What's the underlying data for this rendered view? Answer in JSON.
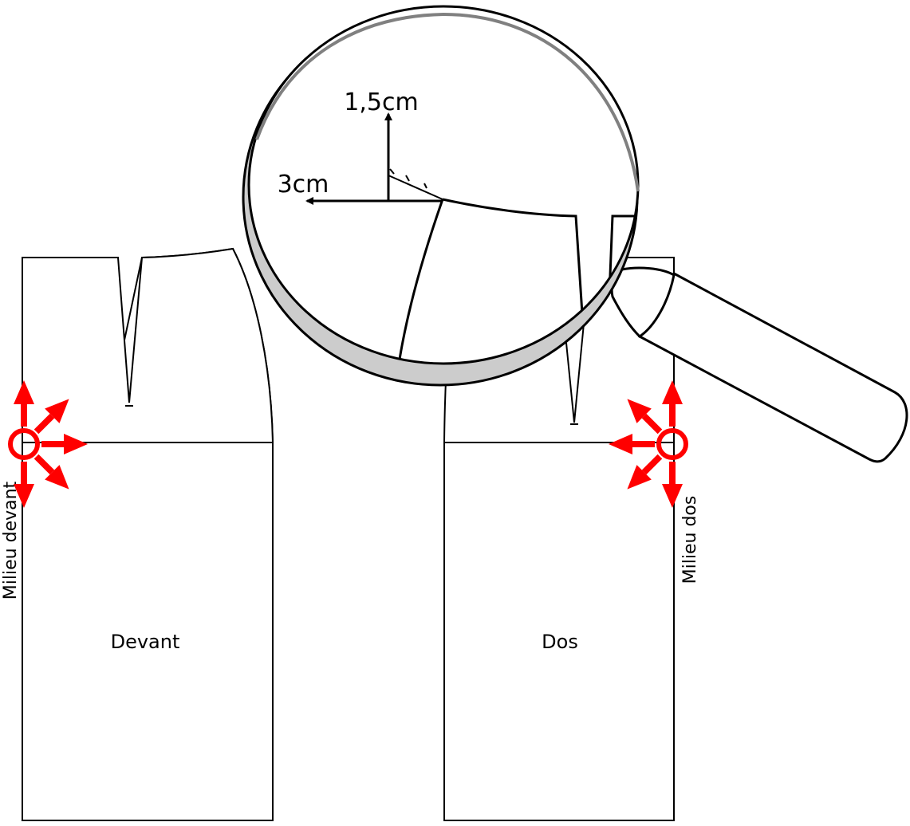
{
  "labels": {
    "front": "Devant",
    "back": "Dos",
    "center_front": "Milieu devant",
    "center_back": "Milieu dos"
  },
  "magnifier": {
    "vertical_measure": "1,5cm",
    "horizontal_measure": "3cm"
  },
  "colors": {
    "outline": "#000000",
    "marker": "#ff0000",
    "lens_rim": "#cccccc",
    "rim_highlight": "#808080"
  },
  "icons": {
    "front_marker": "move-arrows-icon",
    "back_marker": "move-arrows-icon",
    "tool": "magnifying-glass-icon"
  }
}
